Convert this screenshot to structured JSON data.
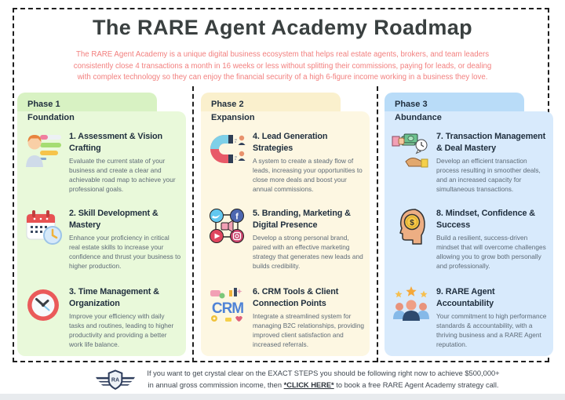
{
  "page": {
    "title": "The RARE Agent Academy Roadmap",
    "subtitle": "The RARE Agent Academy is a unique digital business ecosystem that helps real estate agents, brokers, and team leaders consistently close 4 transactions a month in 16 weeks or less without splitting their commissions, paying for leads, or dealing with complex technology so they can enjoy the financial security of a high 6-figure income working in a business they love."
  },
  "colors": {
    "accent_pink": "#f2807f",
    "title_text": "#3a4040",
    "heading_text": "#1f2e3d",
    "body_text": "#5d6a76"
  },
  "phases": [
    {
      "label": "Phase 1",
      "name": "Foundation",
      "colors": {
        "tab": "#d8f2c3",
        "body": "#e9f9da"
      },
      "items": [
        {
          "icon": "person-checklist-icon",
          "title": "1. Assessment & Vision Crafting",
          "description": "Evaluate the current state of your business and create a clear and achievable road map to achieve your professional goals."
        },
        {
          "icon": "calendar-clock-icon",
          "title": "2. Skill Development & Mastery",
          "description": "Enhance your proficiency in critical real estate skills to increase your confidence and thrust your business to higher production."
        },
        {
          "icon": "clock-icon",
          "title": "3. Time Management & Organization",
          "description": "Improve your efficiency with daily tasks and routines, leading to higher productivity and providing a better work life balance."
        }
      ]
    },
    {
      "label": "Phase 2",
      "name": "Expansion",
      "colors": {
        "tab": "#faf0cd",
        "body": "#fdf7e2"
      },
      "items": [
        {
          "icon": "magnet-leads-icon",
          "title": "4. Lead Generation Strategies",
          "description": "A system to create a steady flow of leads, increasing your opportunities to close more deals and boost your annual commissions."
        },
        {
          "icon": "social-media-icon",
          "title": "5. Branding, Marketing & Digital Presence",
          "description": "Develop a strong personal brand, paired with an effective marketing strategy that generates new leads and builds credibility."
        },
        {
          "icon": "crm-icon",
          "title": "6. CRM Tools & Client Connection Points",
          "description": "Integrate a streamlined system for managing B2C relationships, providing improved client satisfaction and increased referrals."
        }
      ]
    },
    {
      "label": "Phase 3",
      "name": "Abundance",
      "colors": {
        "tab": "#b9dcf8",
        "body": "#d8eafc"
      },
      "items": [
        {
          "icon": "money-exchange-icon",
          "title": "7. Transaction Management & Deal Mastery",
          "description": "Develop an efficient transaction process resulting in smoother deals, and an increased capacity for simultaneous transactions."
        },
        {
          "icon": "mindset-coin-icon",
          "title": "8. Mindset, Confidence & Success",
          "description": "Build a resilient, success-driven mindset that will overcome challenges allowing you to grow both personally and professionally."
        },
        {
          "icon": "team-stars-icon",
          "title": "9. RARE Agent Accountability",
          "description": "Your commitment to high performance standards & accountability, with a thriving business and a RARE Agent reputation."
        }
      ]
    }
  ],
  "icons": {
    "crm_label": "CRM",
    "coin_symbol": "$",
    "facebook_glyph": "f",
    "logo_monogram": "RA"
  },
  "footer": {
    "line1": "If you want to get crystal clear on the EXACT STEPS you should be following right now to achieve $500,000+",
    "line2_prefix": "in annual gross commission income, then ",
    "click_here": "*CLICK HERE*",
    "line2_suffix": " to book a free RARE Agent Academy strategy call."
  }
}
